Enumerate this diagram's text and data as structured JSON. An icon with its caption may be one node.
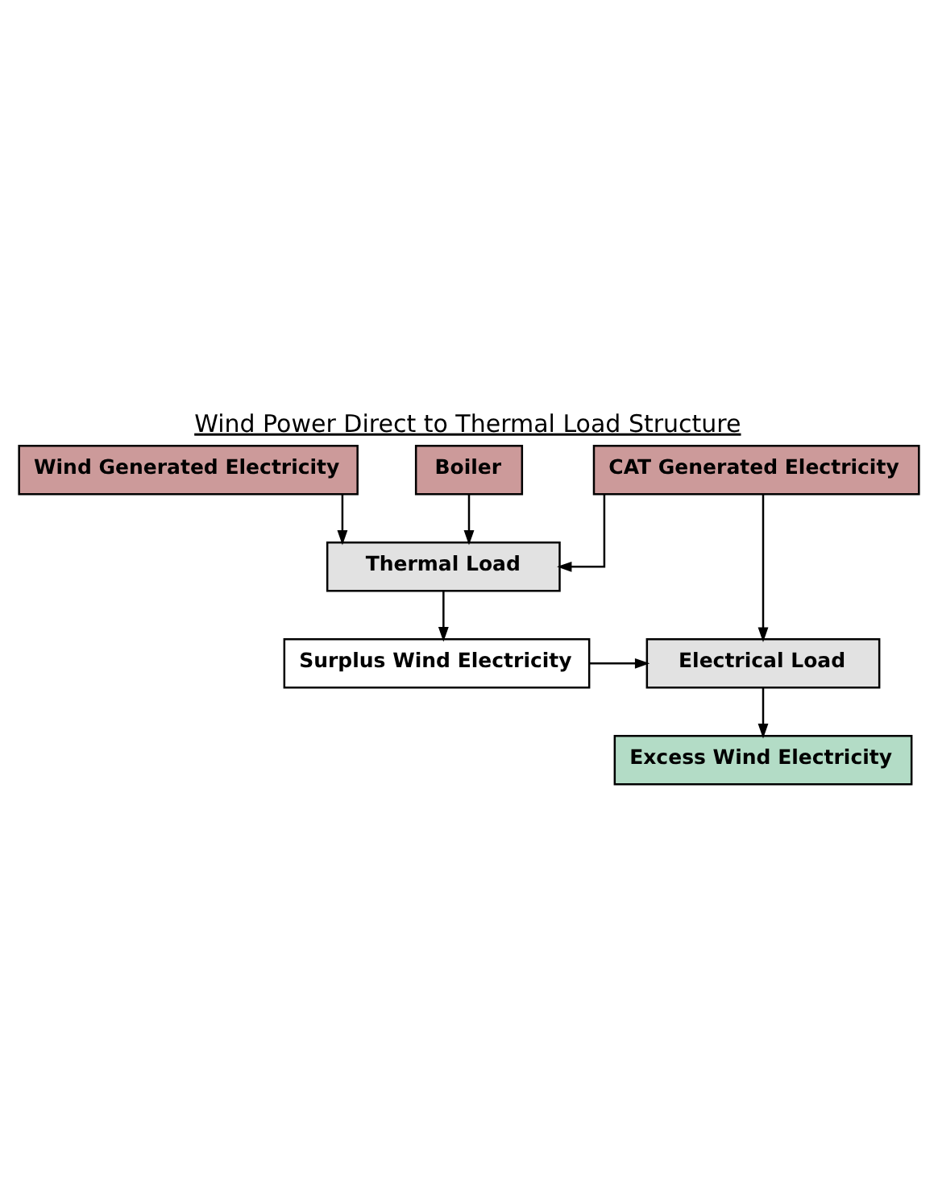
{
  "diagram": {
    "title": "Wind Power Direct to Thermal Load Structure",
    "nodes": [
      {
        "text": [
          "Wind Generated Electricity"
        ]
      },
      {
        "text": [
          "CAT Generated Electricity"
        ]
      },
      {
        "text": [
          "Boiler"
        ]
      },
      {
        "text": [
          "Thermal Load"
        ]
      },
      {
        "text": [
          "Surplus Wind Electricity"
        ]
      },
      {
        "text": [
          "Electrical Load"
        ]
      },
      {
        "text": [
          "Excess Wind Electricity"
        ]
      }
    ],
    "edges": [
      {
        "from": 0,
        "to": 3,
        "arrow": "to"
      },
      {
        "from": 2,
        "to": 3,
        "arrow": "to"
      },
      {
        "from": 1,
        "to": 3,
        "arrow": "to"
      },
      {
        "from": 1,
        "to": 5,
        "arrow": "to"
      },
      {
        "from": 3,
        "to": 4,
        "arrow": "to"
      },
      {
        "from": 4,
        "to": 5,
        "arrow": "to"
      },
      {
        "from": 5,
        "to": 6,
        "arrow": "to"
      }
    ]
  }
}
